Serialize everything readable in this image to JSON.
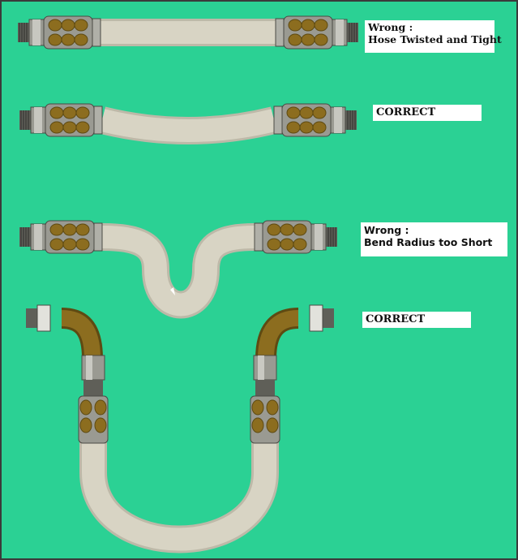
{
  "colors": {
    "background": "#2bd194",
    "hose": "#d8d4c4",
    "hose_shade": "#bdb9a8",
    "fitting_metal": "#9a9a92",
    "fitting_dark": "#5f5f58",
    "gold": "#8c6d1f",
    "gold_dark": "#5e4a12",
    "label_bg": "#ffffff"
  },
  "labels": {
    "wrong_twisted": {
      "line1": "Wrong :",
      "line2": "Hose Twisted and Tight"
    },
    "correct_1": {
      "text": "CORRECT"
    },
    "wrong_bend": {
      "line1": "Wrong :",
      "line2": "Bend Radius too Short"
    },
    "correct_2": {
      "text": "CORRECT"
    }
  }
}
